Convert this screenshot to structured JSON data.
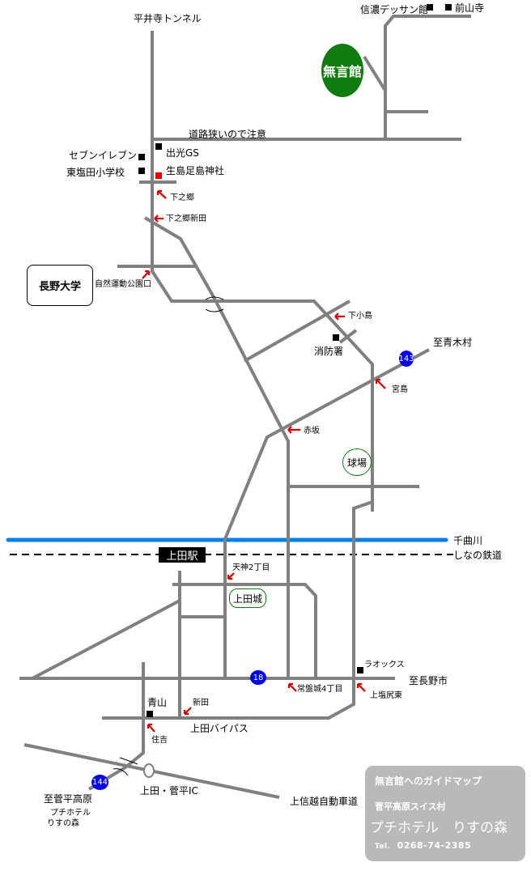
{
  "map": {
    "destination": "無言館",
    "university": "長野大学",
    "station": "上田駅",
    "castle": "上田城",
    "ballpark": "球場",
    "routes": [
      "143",
      "18",
      "144"
    ],
    "colors": {
      "road": "#808080",
      "river": "#0a7fea",
      "arrow": "#e00000",
      "destination": "#107c10",
      "route_badge": "#0000ee",
      "infobox": "#b9b9b9"
    }
  },
  "labels": {
    "hiraiji_tunnel": "平井寺トンネル",
    "shinano_dessin": "信濃デッサン館",
    "maesanji": "前山寺",
    "narrow_road": "道路狭いので注意",
    "seven_eleven": "セブンイレブン",
    "idemitsu": "出光GS",
    "higashi_shioda": "東塩田小学校",
    "ikushima": "生島足島神社",
    "shimonogo": "下之郷",
    "shimonogo_shinden": "下之郷新田",
    "shizen_undo": "自然運動公園口",
    "shimokojima": "下小島",
    "shobosho": "消防署",
    "aokimura": "至青木村",
    "miyajima": "宮島",
    "akasaka": "赤坂",
    "chikuma": "千曲川",
    "shinano_rail": "しなの鉄道",
    "tenjin": "天神2丁目",
    "laox": "ラオックス",
    "nagano_city": "至長野市",
    "tokiwagi": "常盤城4丁目",
    "kamishiojiri": "上塩尻東",
    "aoyama": "青山",
    "shinden": "新田",
    "bypass": "上田バイパス",
    "sumiyoshi": "住吉",
    "ic": "上田・菅平IC",
    "joshinetsu": "上信越自動車道",
    "sugadaira": "至菅平高原",
    "hotel_small_1": "プチホテル",
    "hotel_small_2": "りすの森"
  },
  "infobox": {
    "title": "無言館へのガイドマップ",
    "village": "菅平高原スイス村",
    "hotel": "プチホテル　りすの森",
    "tel_label": "Tel.",
    "tel": "0268-74-2385"
  }
}
